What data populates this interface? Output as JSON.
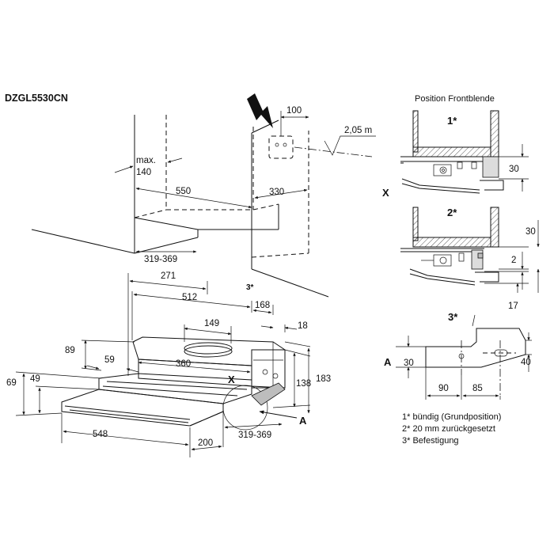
{
  "model": "DZGL5530CN",
  "position_title": "Position Frontblende",
  "markers": {
    "m1": "1*",
    "m2": "2*",
    "m3": "3*",
    "m3_main": "3*",
    "x_left": "X",
    "x_main": "X",
    "a_left": "A",
    "a_main": "A"
  },
  "top_view": {
    "max_label": "max.",
    "max_value": "140",
    "d550": "550",
    "d330": "330",
    "d319": "319-369",
    "d100": "100",
    "d205": "2,05 m"
  },
  "main_view": {
    "d271": "271",
    "d512": "512",
    "d168": "168",
    "d149": "149",
    "d18": "18",
    "d89": "89",
    "d59": "59",
    "d360": "360",
    "d69": "69",
    "d49": "49",
    "d138": "138",
    "d183": "183",
    "d548": "548",
    "d200": "200",
    "d319b": "319-369"
  },
  "detail1": {
    "d30": "30"
  },
  "detail2": {
    "d30": "30",
    "d2": "2",
    "d17": "17"
  },
  "detail3": {
    "d30": "30",
    "d40": "40",
    "d90": "90",
    "d85": "85"
  },
  "legend": [
    "1*  bündig (Grundposition)",
    "2*  20 mm zurückgesetzt",
    "3*  Befestigung"
  ]
}
